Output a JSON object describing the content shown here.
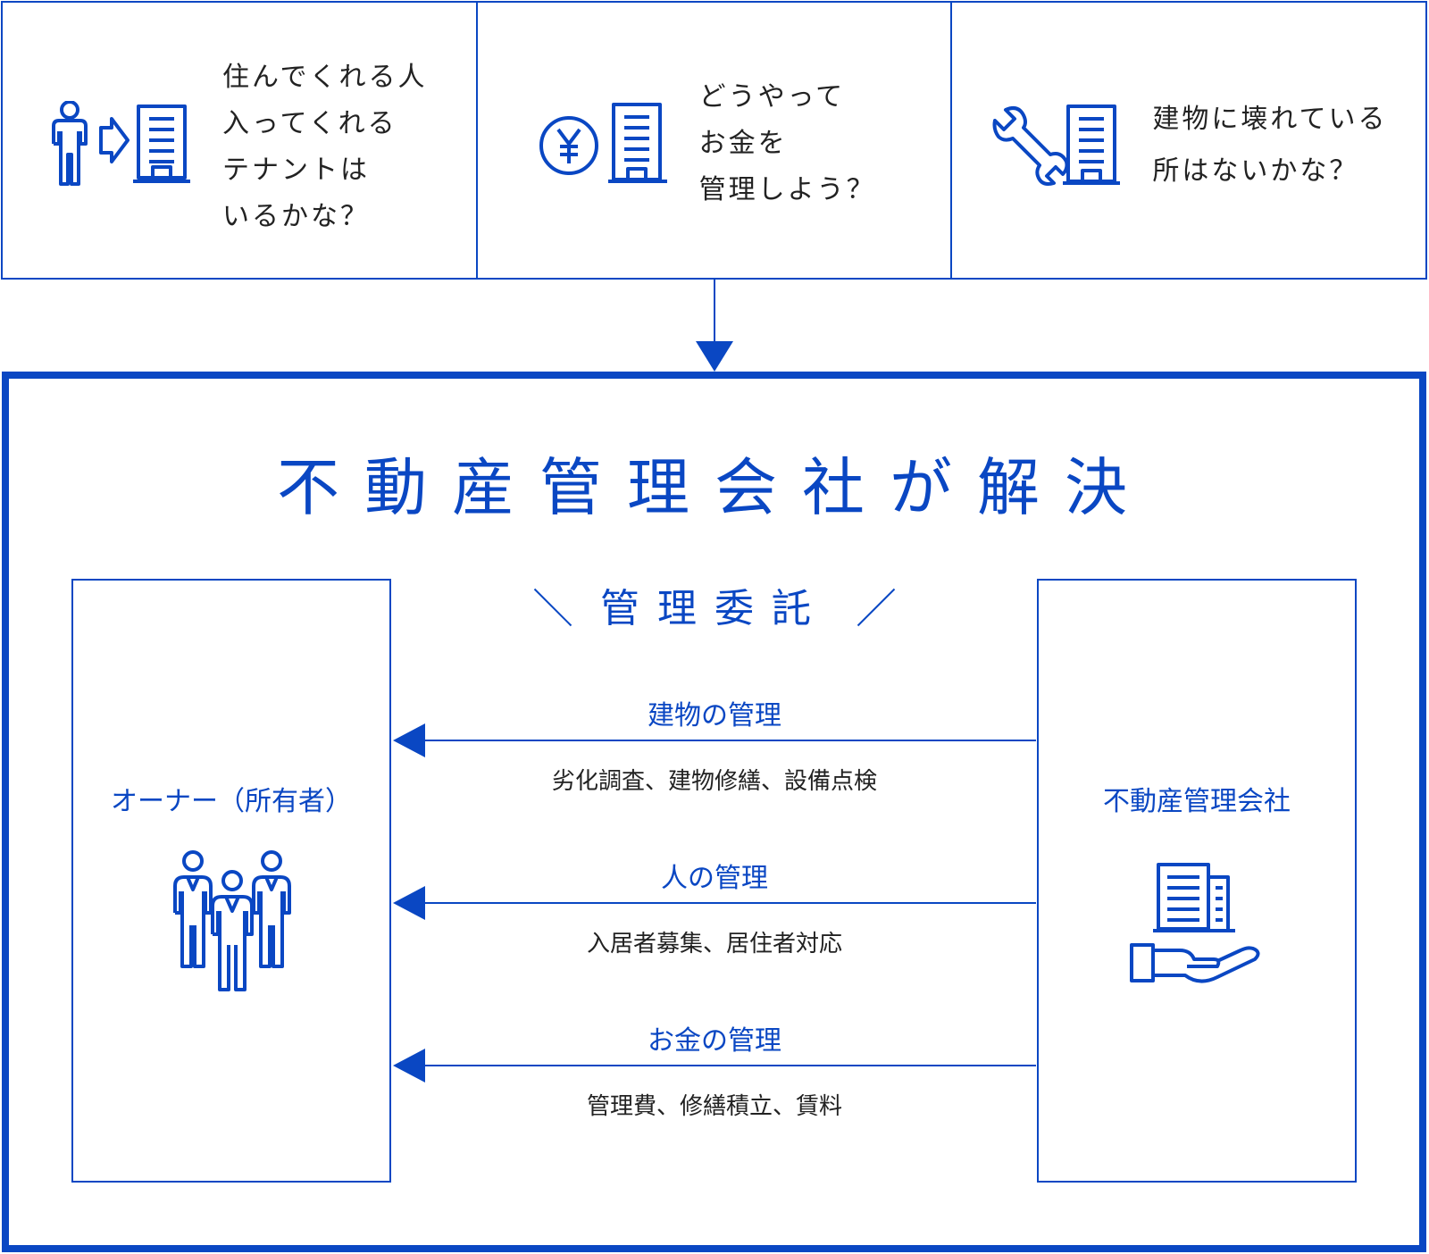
{
  "colors": {
    "accent": "#0a47c3",
    "text": "#222222"
  },
  "questions": [
    {
      "icon": "person-to-building-icon",
      "lines": [
        "住んでくれる人",
        "入ってくれる",
        "テナントは",
        "いるかな？"
      ]
    },
    {
      "icon": "yen-building-icon",
      "lines": [
        "どうやって",
        "お金を",
        "管理しよう？"
      ]
    },
    {
      "icon": "wrench-building-icon",
      "lines": [
        "建物に壊れている",
        "所はないかな？"
      ]
    }
  ],
  "main_title": "不動産管理会社が解決",
  "entrust_label": "管理委託",
  "owner": {
    "label": "オーナー（所有者）",
    "icon": "owners-group-icon"
  },
  "company": {
    "label": "不動産管理会社",
    "icon": "building-on-hand-icon"
  },
  "flows": [
    {
      "title": "建物の管理",
      "desc": "劣化調査、建物修繕、設備点検"
    },
    {
      "title": "人の管理",
      "desc": "入居者募集、居住者対応"
    },
    {
      "title": "お金の管理",
      "desc": "管理費、修繕積立、賃料"
    }
  ]
}
